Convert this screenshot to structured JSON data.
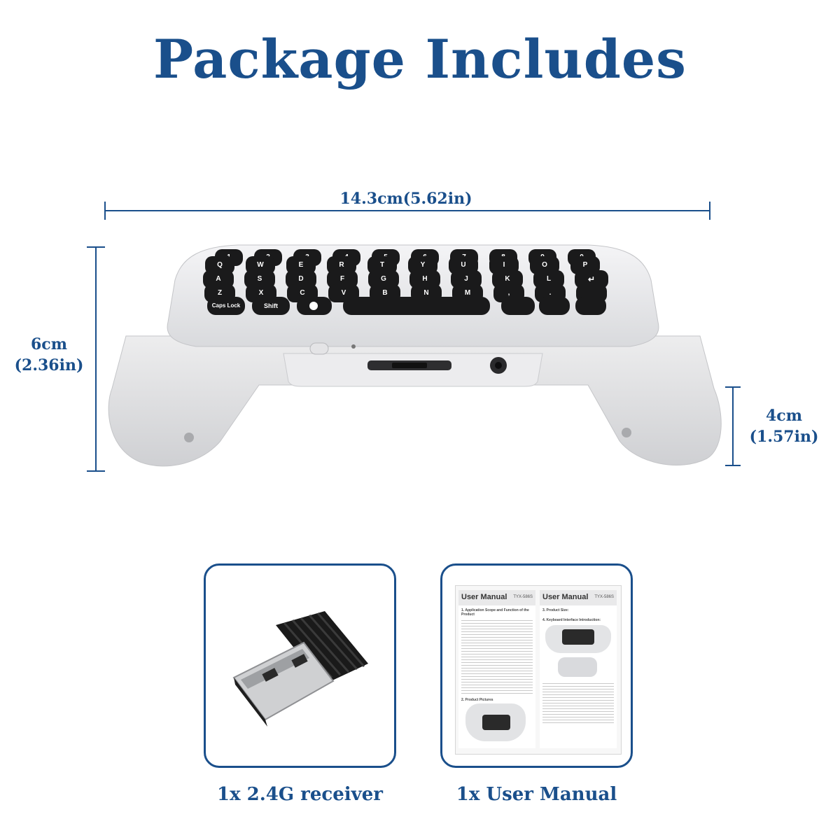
{
  "title": "Package Includes",
  "dimensions": {
    "width_label": "14.3cm(5.62in)",
    "height_total_cm": "6cm",
    "height_total_in": "(2.36in)",
    "height_grip_cm": "4cm",
    "height_grip_in": "(1.57in)"
  },
  "keyboard": {
    "rows": [
      [
        "1",
        "2",
        "3",
        "4",
        "5",
        "6",
        "7",
        "8",
        "9",
        "0"
      ],
      [
        "Q",
        "W",
        "E",
        "R",
        "T",
        "Y",
        "U",
        "I",
        "O",
        "P"
      ],
      [
        "A",
        "S",
        "D",
        "F",
        "G",
        "H",
        "J",
        "K",
        "L",
        "↵"
      ],
      [
        "Z",
        "X",
        "C",
        "V",
        "B",
        "N",
        "M",
        ",",
        ".",
        ""
      ],
      [
        "Caps Lock",
        "Shift",
        "",
        "",
        "",
        "",
        ""
      ]
    ]
  },
  "items": [
    {
      "caption": "1x 2.4G receiver"
    },
    {
      "caption": "1x User Manual"
    }
  ],
  "manual": {
    "left_title": "User Manual",
    "left_model": "TYX-586S",
    "right_title": "User Manual",
    "right_model": "TYX-586S",
    "section1": "1. Application Scope and Function of the Product",
    "section2": "2. Product Pictures",
    "section3": "3. Product Size:",
    "section4": "4. Keyboard Interface Introduction:"
  },
  "colors": {
    "accent": "#1a4f8b"
  }
}
